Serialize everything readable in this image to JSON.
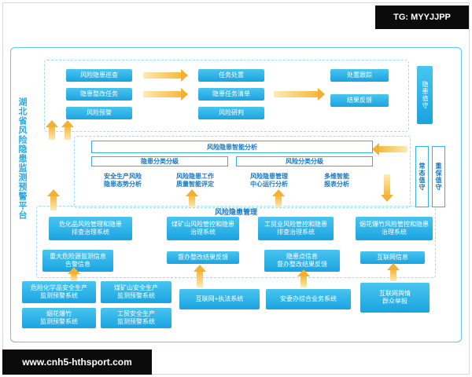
{
  "overlays": {
    "tg": "TG: MYYJJPP",
    "site": "www.cnh5-hthsport.com"
  },
  "platform": "湖北省风险隐患监测预警平台",
  "flow": {
    "col1": [
      "风险隐患巡查",
      "隐患整改任务",
      "风险预警"
    ],
    "col2": [
      "任务处置",
      "隐患任务清单",
      "风险研判"
    ],
    "col3": [
      "处置跟踪",
      "结果反馈"
    ]
  },
  "duty": {
    "hazard": "隐患值守",
    "normal": "常态值守",
    "major": "重保值守"
  },
  "analysis": {
    "header": "风险隐患智能分析",
    "left": "隐患分类分级",
    "right": "风险分类分级",
    "items": [
      "安全生产风险\n隐患态势分析",
      "风险隐患工作\n质量智能评定",
      "风险隐患管理\n中心运行分析",
      "多维智能\n报表分析"
    ]
  },
  "management": {
    "title": "风险隐患管理",
    "row1": [
      "危化品风险管理和隐患\n排查治理系统",
      "煤矿山风险管控和隐患\n治理系统",
      "工贸业风险管控和隐患\n排查治理系统",
      "烟花爆竹风险管控和隐患\n治理系统"
    ],
    "row2": [
      "重大危险源监测信息\n告警信息",
      "督办整改结果反馈",
      "隐患点信息\n督办整改结果反馈",
      "互联网信息"
    ]
  },
  "systems": [
    "危险化学品安全生产\n监测预警系统",
    "煤矿山安全生产\n监测预警系统",
    "烟花爆竹\n监测预警系统",
    "工贸安全生产\n监测预警系统",
    "互联网+执法系统",
    "安委办综合业务系统",
    "互联网舆情\n群众举报"
  ],
  "colors": {
    "box_cyan": "#1ba3e0",
    "arrow_gold": "#f6b93e",
    "blue_text": "#1677c5",
    "dashed_border": "#9bdcf6"
  }
}
